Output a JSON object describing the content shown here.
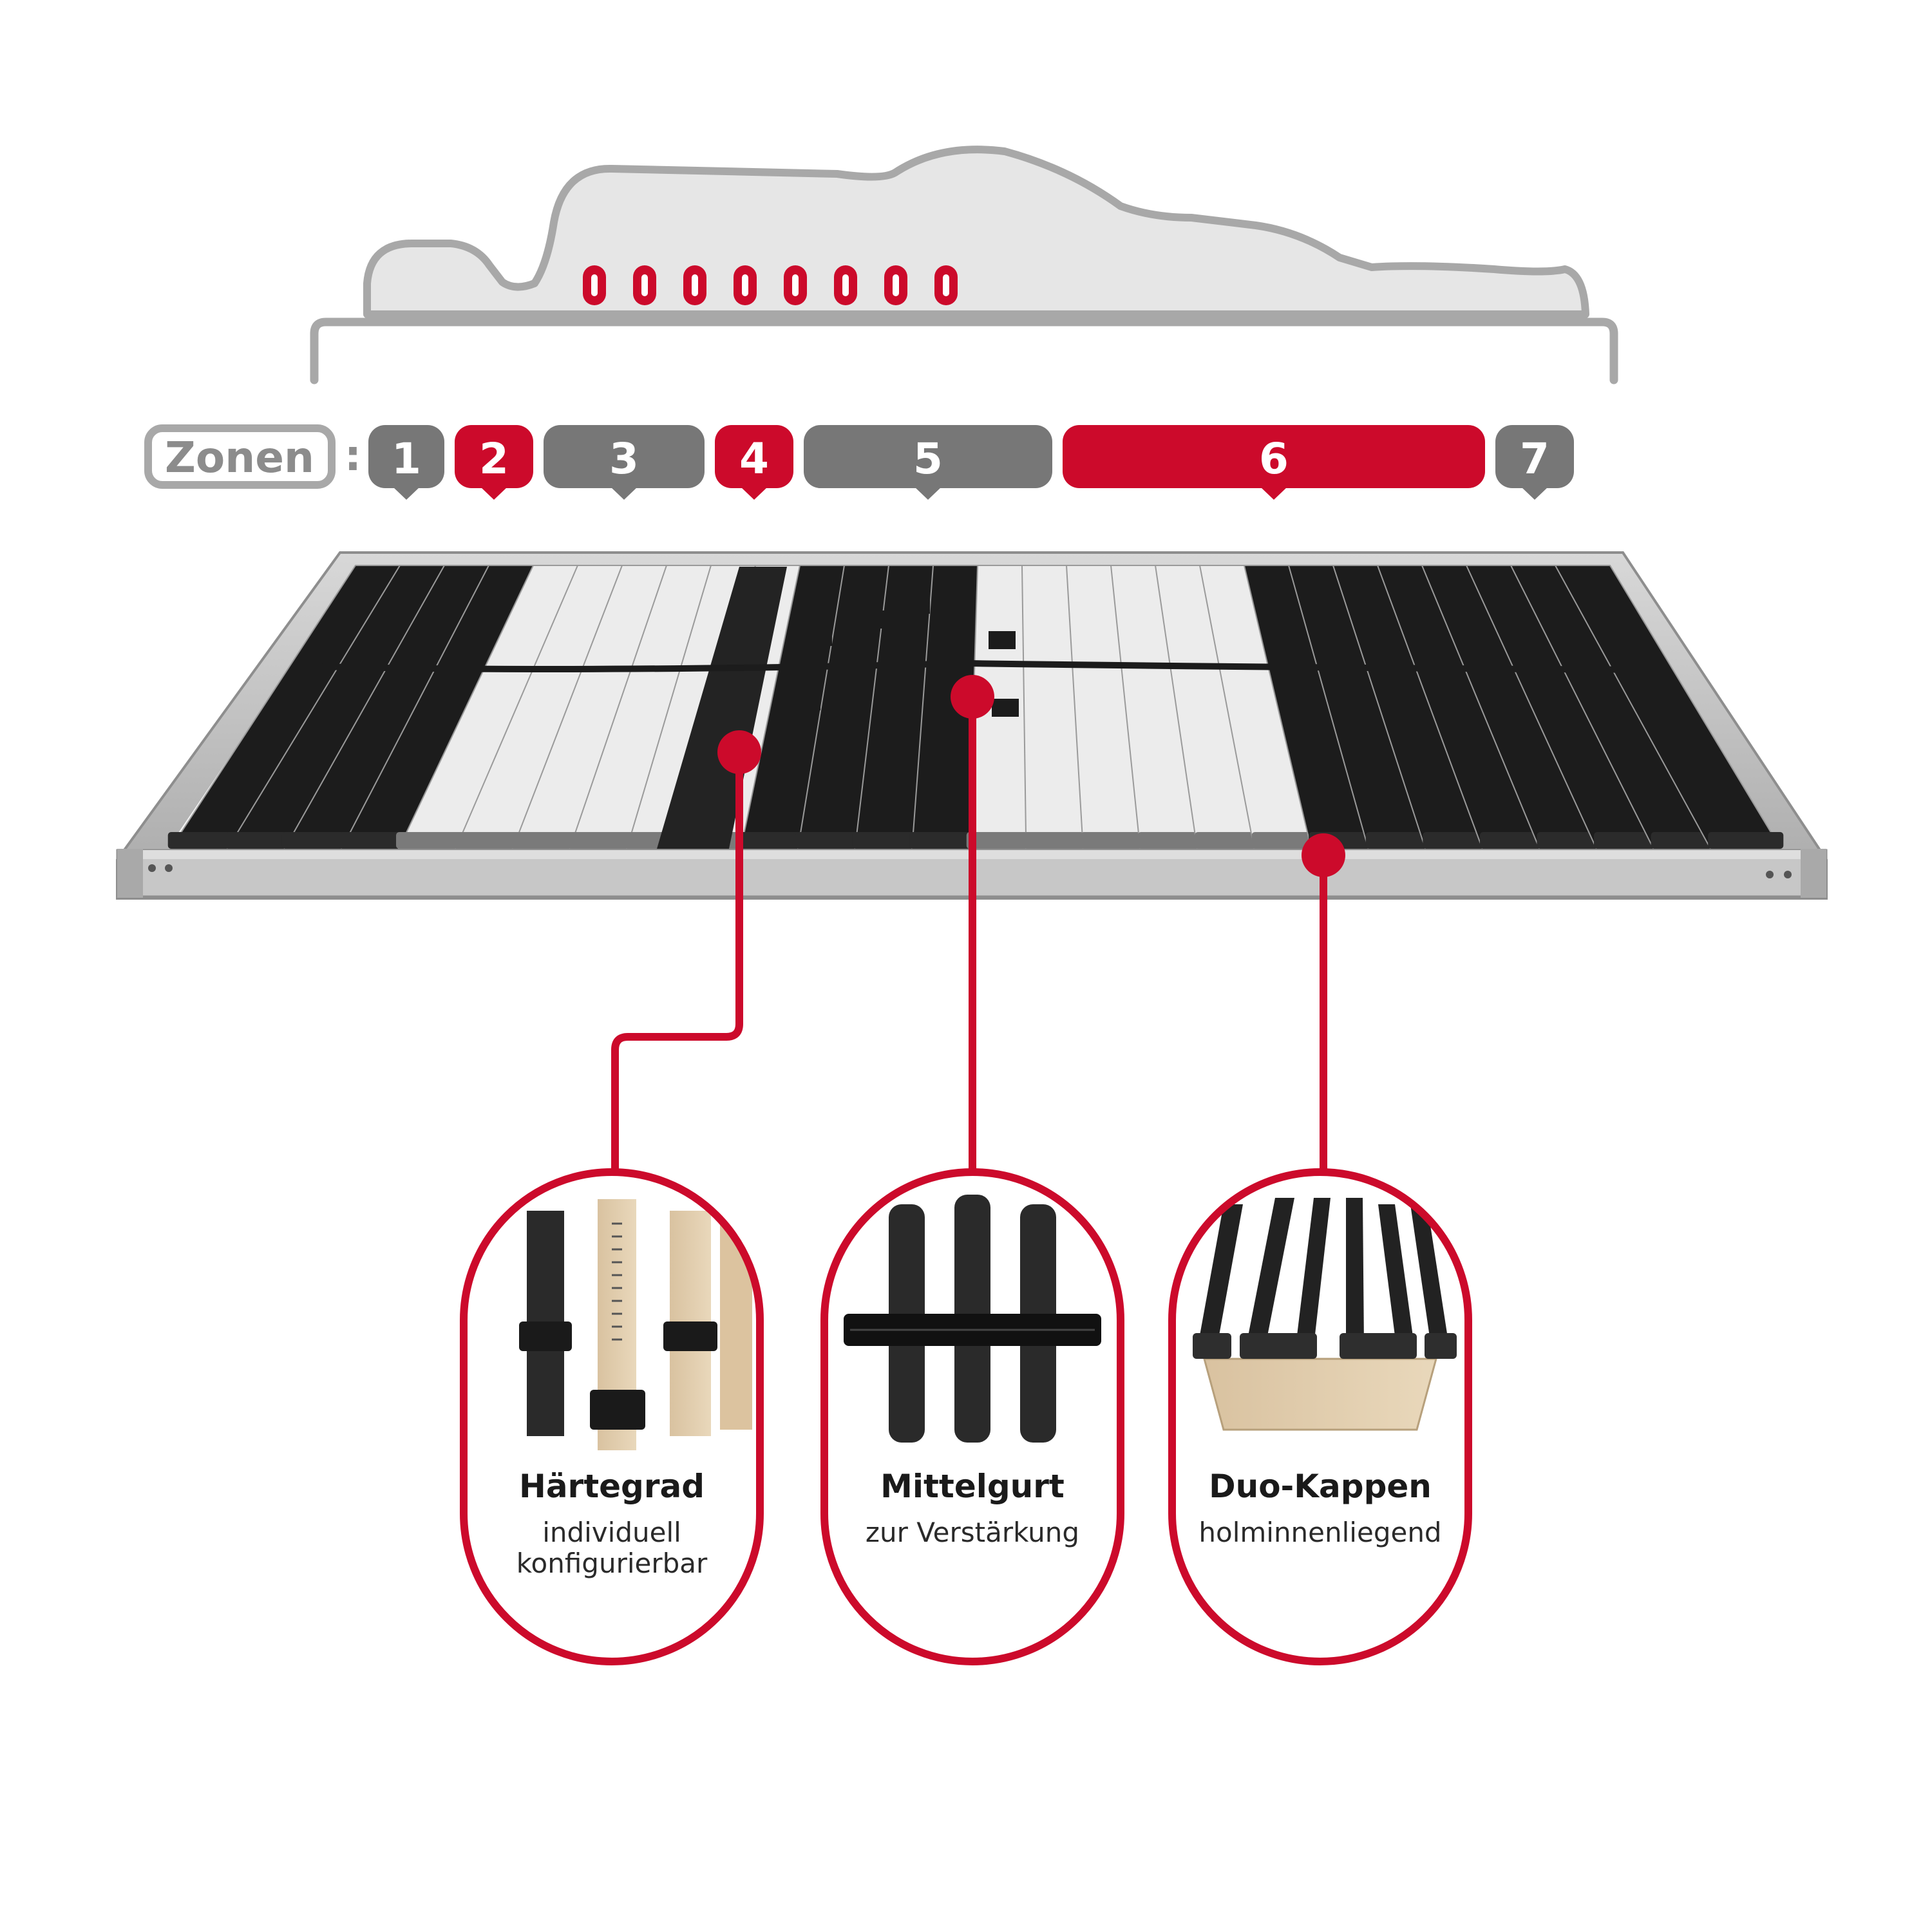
{
  "colors": {
    "accent_red": "#cc0a2b",
    "zone_gray": "#777777",
    "outline_gray": "#a8a8a8",
    "body_fill": "#e6e6e6",
    "slat_dark": "#1c1c1c",
    "slat_light": "#ececec",
    "frame_gray": "#b9b9b9"
  },
  "zones": {
    "label": "Zonen",
    "separator": ":",
    "items": [
      {
        "number": "1",
        "highlight": false
      },
      {
        "number": "2",
        "highlight": true
      },
      {
        "number": "3",
        "highlight": false
      },
      {
        "number": "4",
        "highlight": true
      },
      {
        "number": "5",
        "highlight": false
      },
      {
        "number": "6",
        "highlight": true
      },
      {
        "number": "7",
        "highlight": false
      }
    ]
  },
  "pressure_indicator_count": 8,
  "features": [
    {
      "title": "Härtegrad",
      "subtitle_lines": [
        "individuell",
        "konfigurierbar"
      ],
      "image": "hardness-slider-photo"
    },
    {
      "title": "Mittelgurt",
      "subtitle_lines": [
        "zur Verstärkung"
      ],
      "image": "center-strap-photo"
    },
    {
      "title": "Duo-Kappen",
      "subtitle_lines": [
        "holminnenliegend"
      ],
      "image": "duo-caps-photo"
    }
  ]
}
